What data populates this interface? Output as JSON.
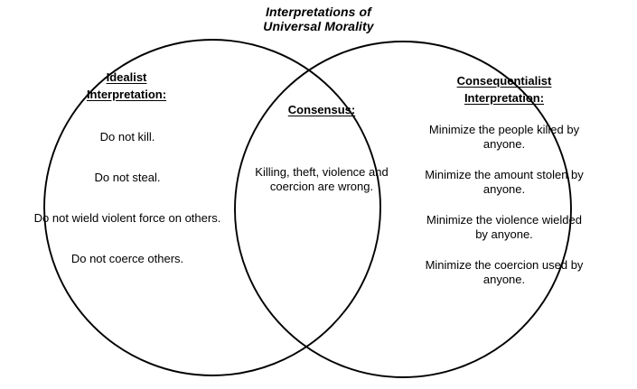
{
  "diagram": {
    "type": "venn-two-set",
    "title_lines": [
      "Interpretations of",
      "Universal Morality"
    ],
    "background_color": "#ffffff",
    "stroke_color": "#000000",
    "text_color": "#000000",
    "left_set": {
      "heading_lines": [
        "Idealist",
        "Interpretation:"
      ],
      "items": [
        "Do not kill.",
        "Do not steal.",
        "Do not wield violent force on others.",
        "Do not coerce others."
      ]
    },
    "intersection": {
      "heading_lines": [
        "Consensus:"
      ],
      "items": [
        "Killing, theft, violence and coercion are wrong."
      ]
    },
    "right_set": {
      "heading_lines": [
        "Consequentialist",
        "Interpretation:"
      ],
      "items": [
        "Minimize the people killed by anyone.",
        "Minimize the amount stolen by anyone.",
        "Minimize the violence wielded by anyone.",
        "Minimize the coercion used by anyone."
      ]
    }
  }
}
